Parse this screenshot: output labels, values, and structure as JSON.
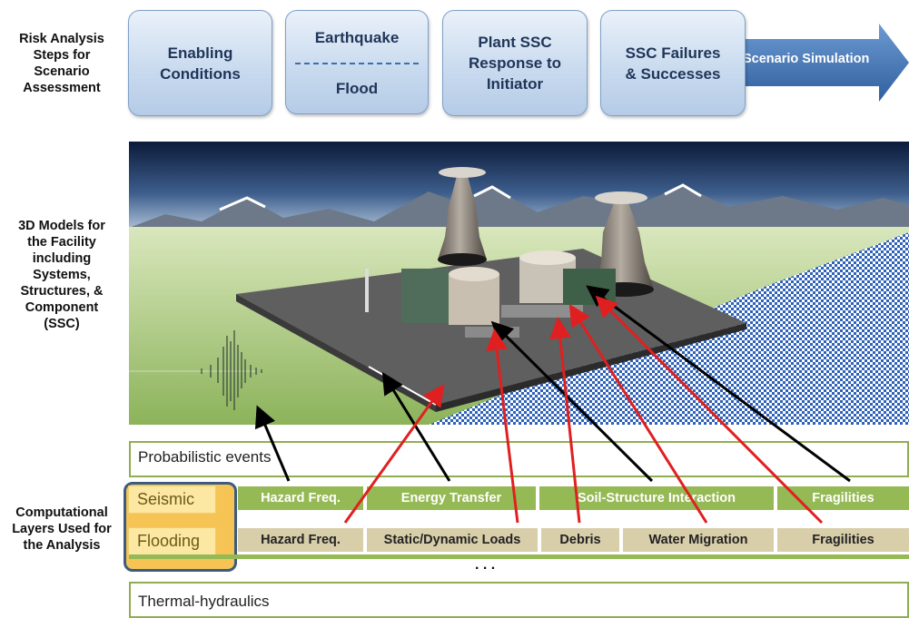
{
  "side_labels": {
    "risk": [
      "Risk Analysis",
      "Steps for",
      "Scenario",
      "Assessment"
    ],
    "models": [
      "3D Models for",
      "the Facility",
      "including",
      "Systems,",
      "Structures, &",
      "Component",
      "(SSC)"
    ],
    "layers": [
      "Computational",
      "Layers Used for",
      "the Analysis"
    ]
  },
  "steps": [
    {
      "lines": [
        "Enabling",
        "Conditions"
      ]
    },
    {
      "lines": [
        "Earthquake",
        "Flood"
      ]
    },
    {
      "lines": [
        "Plant SSC",
        "Response to",
        "Initiator"
      ]
    },
    {
      "lines": [
        "SSC Failures",
        "& Successes"
      ]
    }
  ],
  "arrow_label": "Scenario Simulation",
  "probabilistic_events": "Probabilistic events",
  "seismic": {
    "label": "Seismic",
    "cells": [
      "Hazard Freq.",
      "Energy Transfer",
      "Soil-Structure Interaction",
      "Fragilities"
    ]
  },
  "flooding": {
    "label": "Flooding",
    "cells": [
      "Hazard Freq.",
      "Static/Dynamic Loads",
      "Debris",
      "Water Migration",
      "Fragilities"
    ]
  },
  "ellipsis": ". . .",
  "thermal_hydraulics": "Thermal-hydraulics",
  "colors": {
    "seismic_cell": "#95b954",
    "flood_cell": "#d8ceaa",
    "link_red": "#e02020",
    "link_black": "#000000",
    "step_text": "#1f3558",
    "highlight_border": "#3d5b7e"
  }
}
